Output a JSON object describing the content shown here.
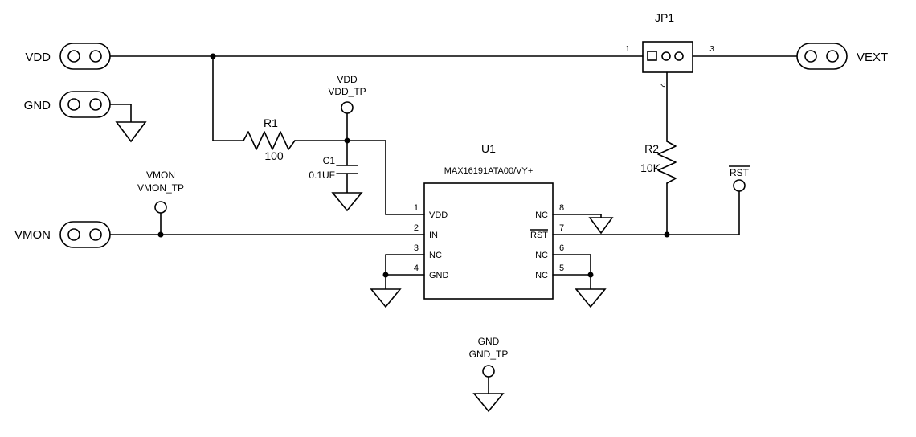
{
  "colors": {
    "line": "#000000",
    "background": "#ffffff"
  },
  "connectors": {
    "vdd": {
      "label": "VDD"
    },
    "gnd": {
      "label": "GND"
    },
    "vmon": {
      "label": "VMON"
    },
    "vext": {
      "label": "VEXT"
    }
  },
  "jp1": {
    "ref": "JP1",
    "pin1": "1",
    "pin2": "2",
    "pin3": "3"
  },
  "r1": {
    "ref": "R1",
    "value": "100"
  },
  "r2": {
    "ref": "R2",
    "value": "10K"
  },
  "c1": {
    "ref": "C1",
    "value": "0.1UF"
  },
  "u1": {
    "ref": "U1",
    "part": "MAX16191ATA00/VY+",
    "left_pins": [
      {
        "num": "1",
        "name": "VDD"
      },
      {
        "num": "2",
        "name": "IN"
      },
      {
        "num": "3",
        "name": "NC"
      },
      {
        "num": "4",
        "name": "GND"
      }
    ],
    "right_pins": [
      {
        "num": "8",
        "name": "NC"
      },
      {
        "num": "7",
        "name": "RST"
      },
      {
        "num": "6",
        "name": "NC"
      },
      {
        "num": "5",
        "name": "NC"
      }
    ]
  },
  "test_points": {
    "vdd_tp": {
      "net": "VDD",
      "name": "VDD_TP"
    },
    "vmon_tp": {
      "net": "VMON",
      "name": "VMON_TP"
    },
    "gnd_tp": {
      "net": "GND",
      "name": "GND_TP"
    },
    "rst_tp": {
      "name": "RST"
    }
  }
}
